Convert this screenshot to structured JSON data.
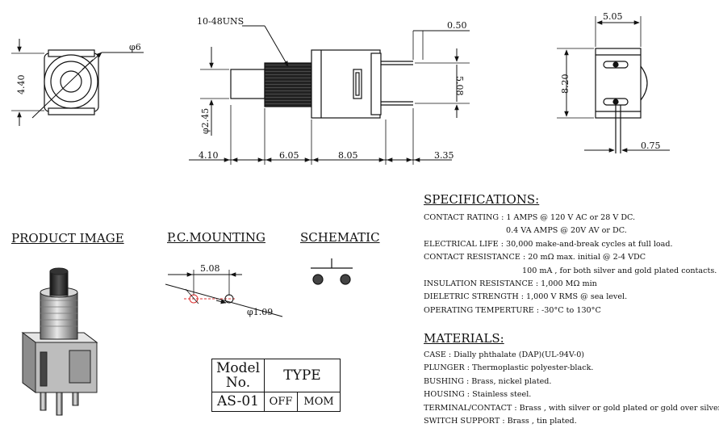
{
  "top_drawings": {
    "front_view": {
      "diameter": "φ6",
      "height": "4.40"
    },
    "side_view": {
      "thread": "10-48UNS",
      "pin_width": "0.50",
      "height": "5.08",
      "diameter": "φ2.45",
      "lengths": [
        "4.10",
        "6.05",
        "8.05",
        "3.35"
      ]
    },
    "end_view": {
      "width": "5.05",
      "height": "8.20",
      "pin": "0.75"
    }
  },
  "product_image": {
    "title": "PRODUCT IMAGE"
  },
  "pc_mounting": {
    "title": "P.C.MOUNTING",
    "spacing": "5.08",
    "hole": "φ1.09"
  },
  "schematic": {
    "title": "SCHEMATIC"
  },
  "model_table": {
    "model_header": "Model No.",
    "type_header": "TYPE",
    "model_value": "AS-01",
    "type_values": [
      "OFF",
      "MOM"
    ]
  },
  "specifications": {
    "title": "SPECIFICATIONS:",
    "lines": [
      "CONTACT RATING : 1 AMPS @ 120 V AC or 28 V DC.",
      "0.4 VA AMPS @ 20V AV or DC.",
      "ELECTRICAL LIFE : 30,000 make-and-break cycles at full load.",
      "CONTACT RESISTANCE : 20 mΩ max. initial @ 2-4 VDC",
      "100 mA , for both silver and gold plated contacts.",
      "INSULATION RESISTANCE : 1,000 MΩ min",
      "DIELETRIC STRENGTH : 1,000 V RMS @ sea level.",
      "OPERATING TEMPERTURE : -30°C to 130°C"
    ]
  },
  "materials": {
    "title": "MATERIALS:",
    "lines": [
      "CASE : Dially phthalate (DAP)(UL-94V-0)",
      "PLUNGER : Thermoplastic polyester-black.",
      "BUSHING : Brass, nickel plated.",
      "HOUSING : Stainless steel.",
      "TERMINAL/CONTACT : Brass , with silver or gold plated or gold over silver.",
      "SWITCH SUPPORT : Brass , tin plated."
    ]
  }
}
